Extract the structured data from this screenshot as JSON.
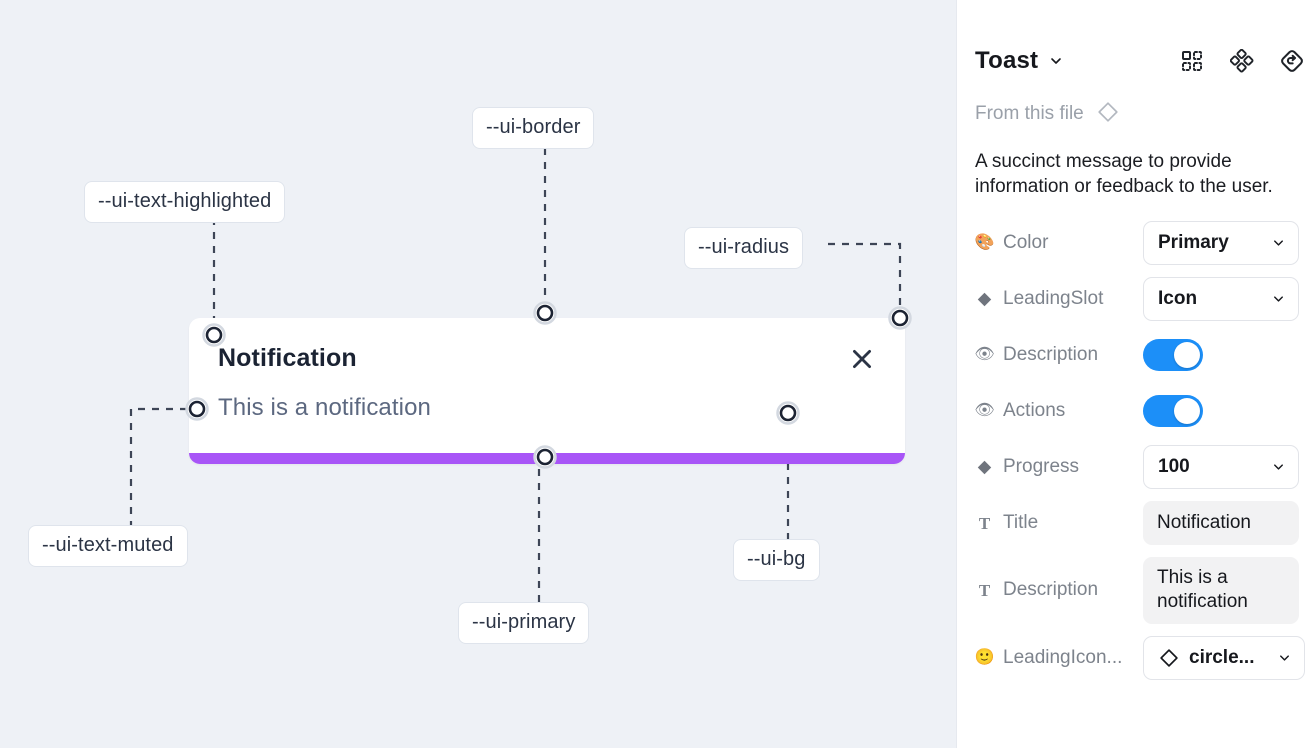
{
  "canvas": {
    "background_color": "#eef1f6",
    "annotations": [
      {
        "name": "ui-text-highlighted",
        "label": "--ui-text-highlighted"
      },
      {
        "name": "ui-border",
        "label": "--ui-border"
      },
      {
        "name": "ui-radius",
        "label": "--ui-radius"
      },
      {
        "name": "ui-text-muted",
        "label": "--ui-text-muted"
      },
      {
        "name": "ui-primary",
        "label": "--ui-primary"
      },
      {
        "name": "ui-bg",
        "label": "--ui-bg"
      }
    ],
    "toast": {
      "title": "Notification",
      "description": "This is a notification",
      "close_icon": "close-icon",
      "progress_color": "#a855f7",
      "background_color": "#ffffff"
    }
  },
  "panel": {
    "title": "Toast",
    "title_chevron_icon": "chevron-down-icon",
    "header_icons": [
      {
        "name": "component-grid-icon"
      },
      {
        "name": "variants-cluster-icon"
      },
      {
        "name": "reset-instance-icon"
      }
    ],
    "from_file": {
      "label": "From this file",
      "icon": "diamond-icon"
    },
    "description": "A succinct message to provide information or feedback to the user.",
    "accent_color": "#1c8ff8",
    "properties": [
      {
        "name": "color",
        "icon": "palette-icon",
        "label": "Color",
        "control": "select",
        "value": "Primary"
      },
      {
        "name": "leading-slot",
        "icon": "diamond-filled-icon",
        "label": "LeadingSlot",
        "control": "select",
        "value": "Icon"
      },
      {
        "name": "description-toggle",
        "icon": "eye-icon",
        "label": "Description",
        "control": "toggle",
        "value": "on"
      },
      {
        "name": "actions-toggle",
        "icon": "eye-icon",
        "label": "Actions",
        "control": "toggle",
        "value": "on"
      },
      {
        "name": "progress",
        "icon": "diamond-filled-icon",
        "label": "Progress",
        "control": "select",
        "value": "100"
      },
      {
        "name": "title",
        "icon": "text-icon",
        "label": "Title",
        "control": "text",
        "value": "Notification"
      },
      {
        "name": "description",
        "icon": "text-icon",
        "label": "Description",
        "control": "text2",
        "value": "This is a notification"
      },
      {
        "name": "leading-icon",
        "icon": "smiley-icon",
        "label": "LeadingIcon...",
        "control": "select-icon",
        "value": "circle..."
      }
    ]
  }
}
